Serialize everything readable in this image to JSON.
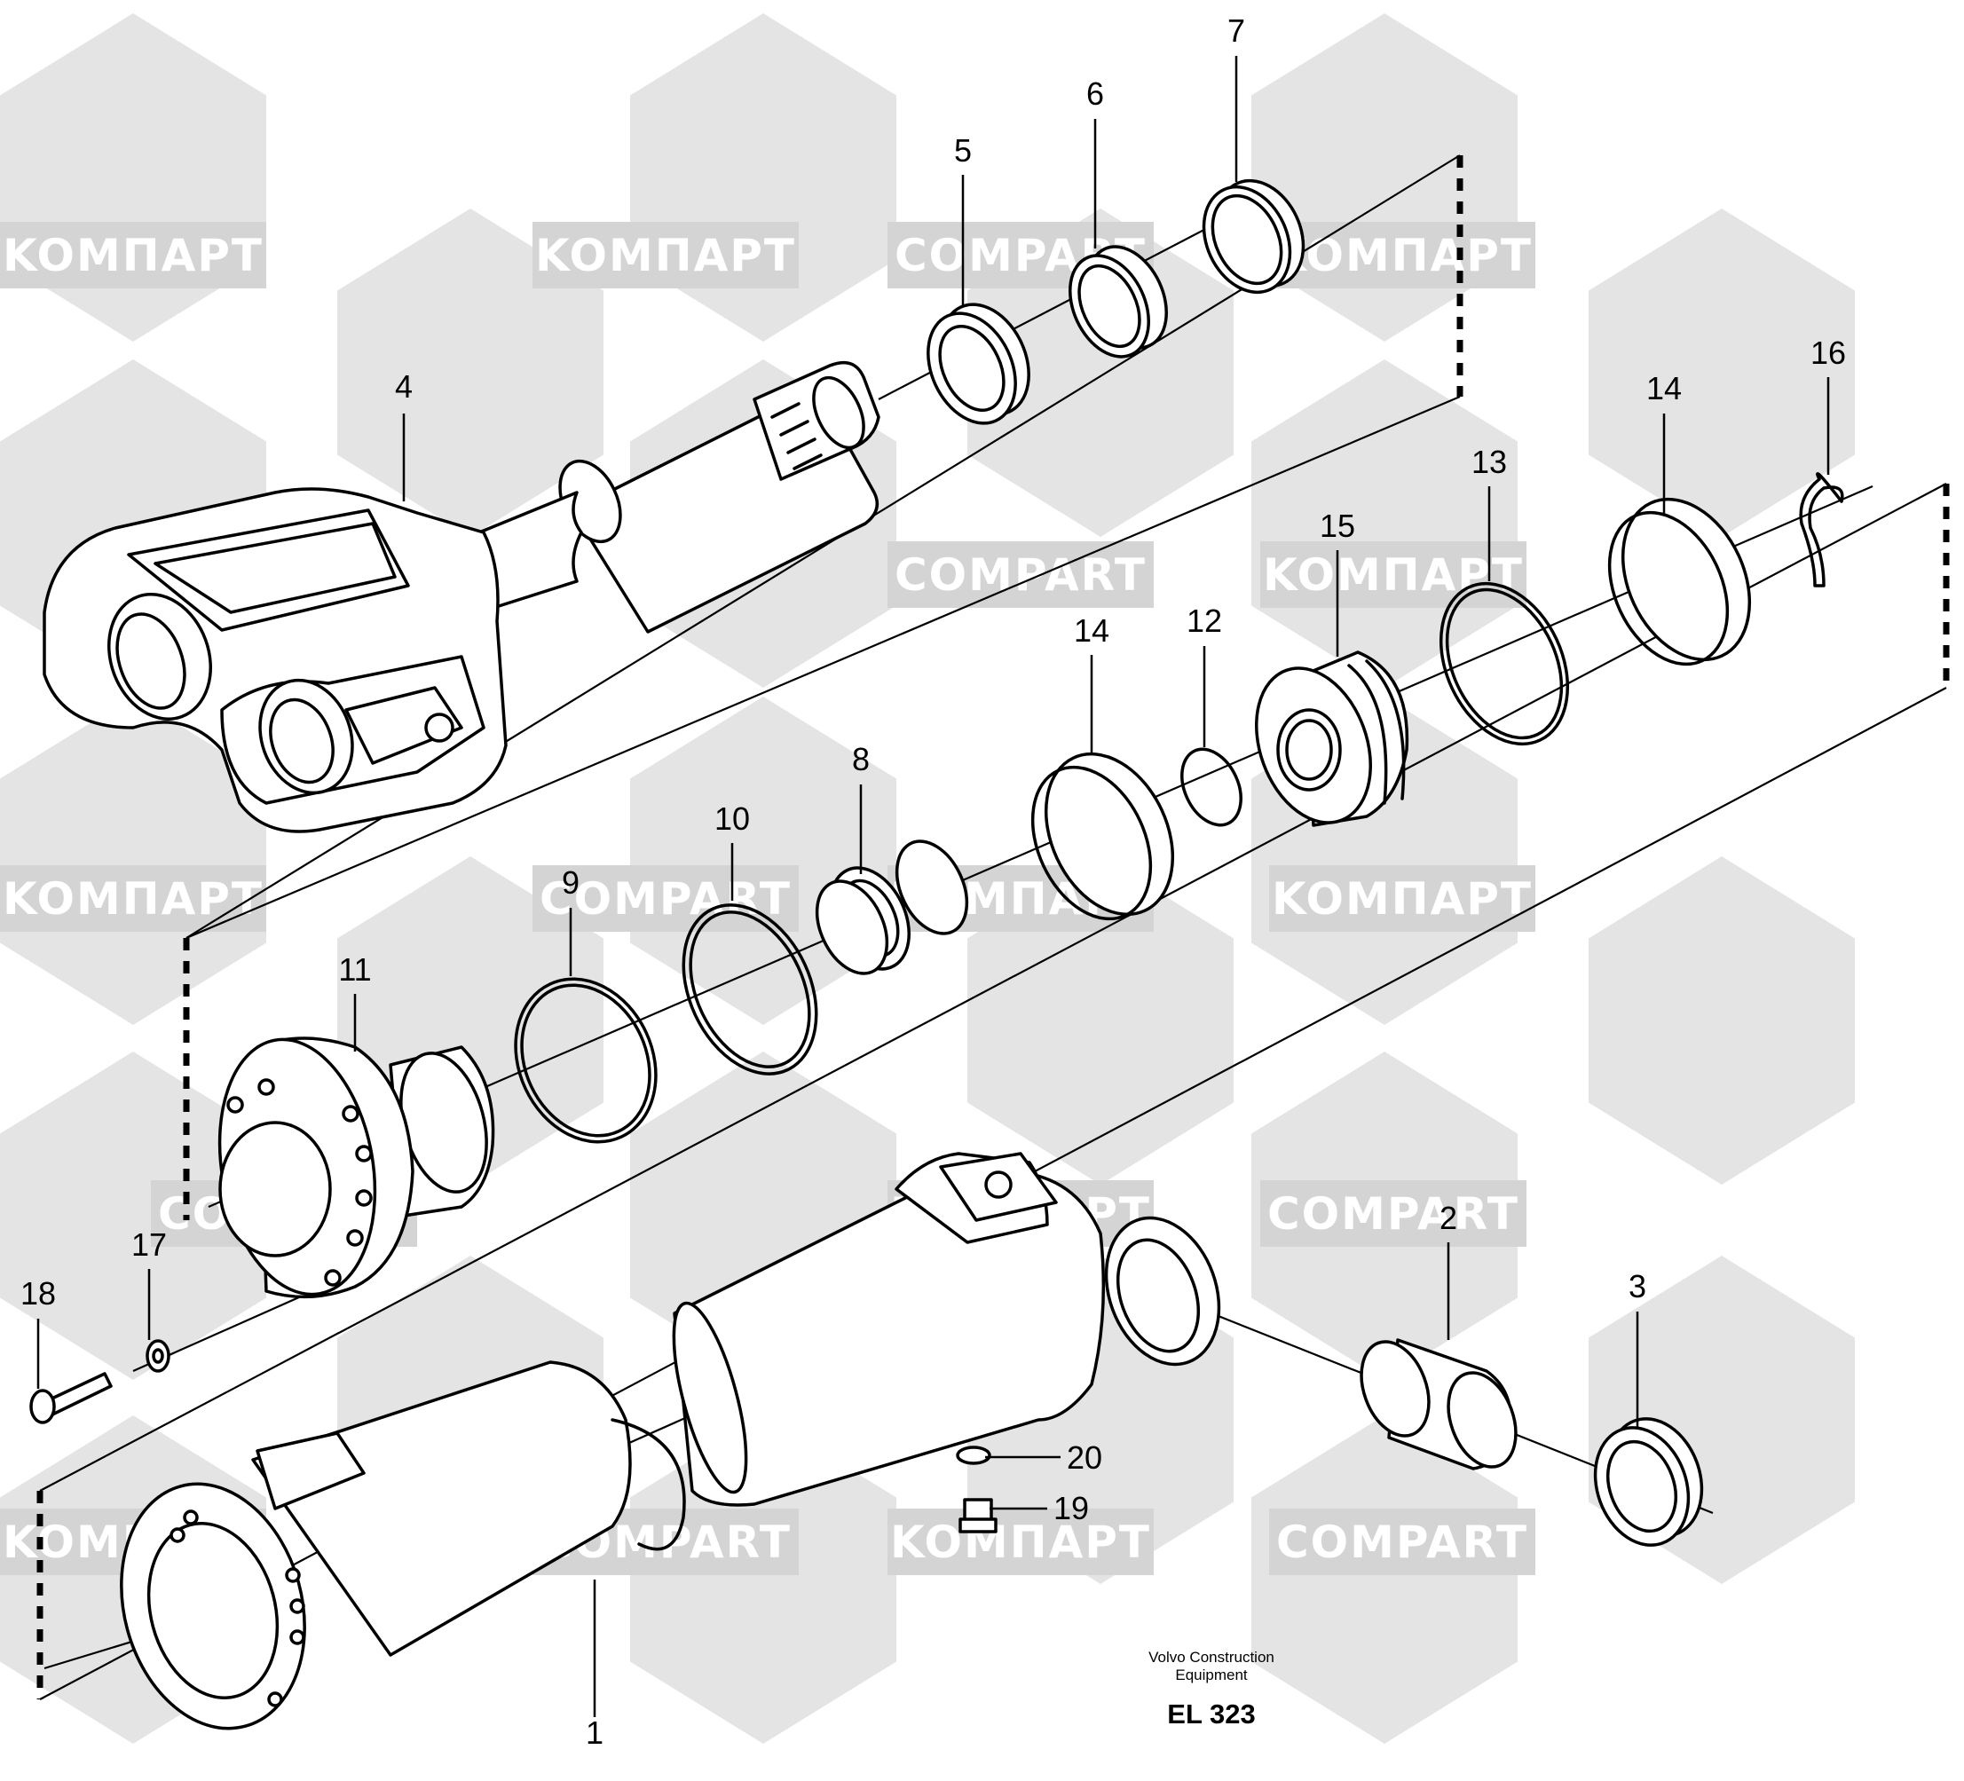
{
  "watermarks": [
    "COMPART",
    "KOMПАРТ"
  ],
  "callouts": {
    "c1": "1",
    "c2": "2",
    "c3": "3",
    "c4": "4",
    "c5": "5",
    "c6": "6",
    "c7": "7",
    "c8": "8",
    "c9": "9",
    "c10": "10",
    "c11": "11",
    "c12": "12",
    "c13": "13",
    "c14a": "14",
    "c14b": "14",
    "c15": "15",
    "c16": "16",
    "c17": "17",
    "c18": "18",
    "c19": "19",
    "c20": "20"
  },
  "caption": {
    "line1": "Volvo Construction",
    "line2": "Equipment",
    "code": "EL 323"
  }
}
